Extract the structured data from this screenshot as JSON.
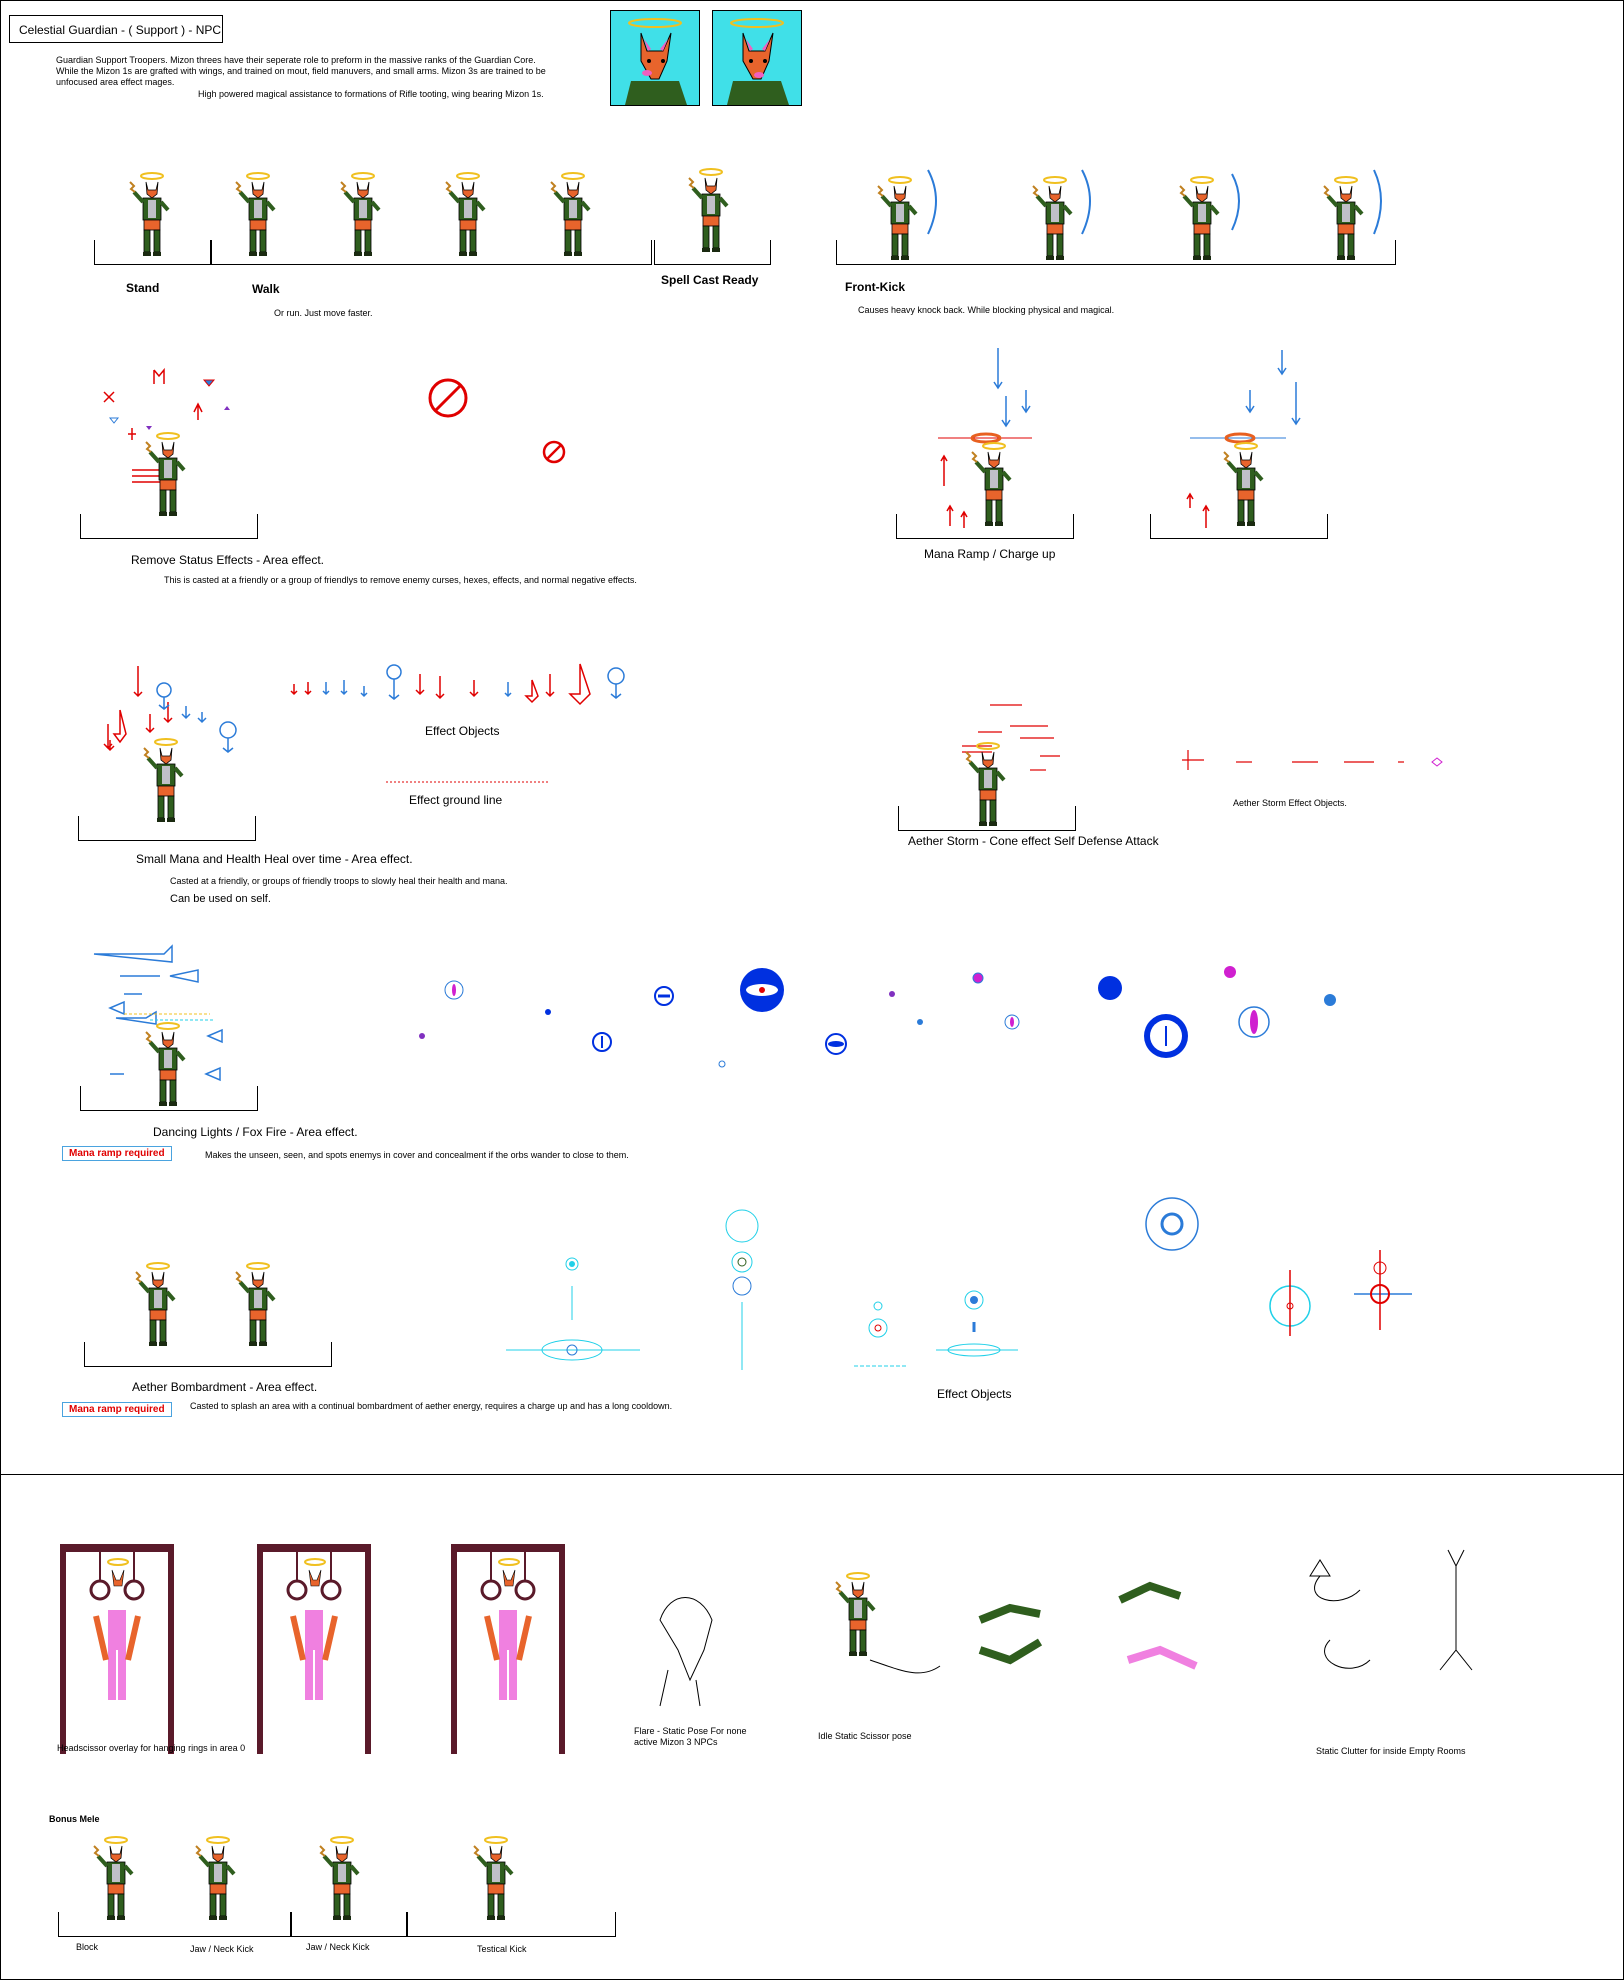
{
  "header": {
    "title": "Celestial Guardian - ( Support ) - NPC",
    "intro_lines": [
      "Guardian Support Troopers. Mizon threes have their seperate role to preform in the massive ranks of the Guardian Core.",
      "While the Mizon 1s are grafted with wings, and trained on mout, field manuvers, and small arms. Mizon 3s are trained to be",
      "unfocused area effect mages."
    ],
    "intro_sub": "High powered magical assistance to formations of Rifle tooting, wing bearing Mizon 1s."
  },
  "row1": {
    "stand": "Stand",
    "walk": "Walk",
    "walk_note": "Or run. Just move faster.",
    "spell_ready": "Spell Cast Ready",
    "front_kick": "Front-Kick",
    "front_kick_note": "Causes heavy knock back. While blocking physical and magical."
  },
  "row2": {
    "remove_status": "Remove Status Effects - Area effect.",
    "remove_status_note": "This is casted at a friendly or a group of friendlys to remove enemy curses, hexes, effects, and normal negative effects.",
    "mana_ramp": "Mana Ramp / Charge up"
  },
  "row3": {
    "effect_objects": "Effect Objects",
    "effect_ground": "Effect ground line",
    "heal": "Small Mana and Health Heal over time - Area effect.",
    "heal_note": "Casted at a friendly, or groups of friendly troops to slowly heal their health and mana.",
    "heal_self": "Can be used on self.",
    "aether_storm": "Aether Storm - Cone effect Self Defense Attack",
    "aether_storm_objects": "Aether Storm Effect Objects."
  },
  "row4": {
    "dancing_lights": "Dancing Lights / Fox Fire - Area effect.",
    "mana_required": "Mana ramp required",
    "dancing_note": "Makes the unseen, seen, and spots enemys in cover and concealment if the orbs wander to close to them."
  },
  "row5": {
    "bombardment": "Aether Bombardment - Area effect.",
    "mana_required": "Mana ramp required",
    "bombardment_note": "Casted to splash an area with a continual bombardment of aether energy, requires a charge up and has a long cooldown.",
    "effect_objects": "Effect Objects"
  },
  "lower": {
    "headscissor": "Headscissor overlay for hanging rings in area 0",
    "flare_1": "Flare - Static Pose For none",
    "flare_2": "active Mizon 3 NPCs",
    "idle_scissor": "Idle Static Scissor pose",
    "clutter": "Static Clutter for inside Empty Rooms",
    "bonus": "Bonus Mele",
    "block": "Block",
    "jaw1": "Jaw / Neck Kick",
    "jaw2": "Jaw / Neck Kick",
    "testical": "Testical Kick"
  },
  "colors": {
    "portrait_bg": "#40e0e8",
    "fox_orange": "#e8642c",
    "uniform_green": "#2f5e1e",
    "halo": "#f0c020",
    "red_effect": "#e00000",
    "blue_effect": "#2b7bd8",
    "cyan_effect": "#20d0e8",
    "deep_blue": "#0030e0",
    "magenta": "#d020d0",
    "rack_maroon": "#5a1a2a",
    "pink_suit": "#f080e0"
  }
}
